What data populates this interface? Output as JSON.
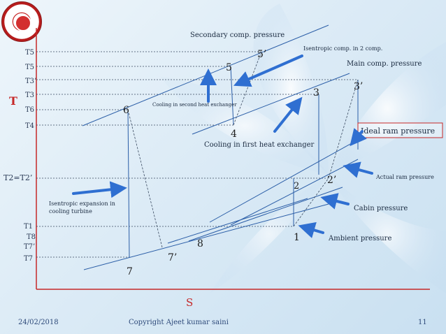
{
  "footer": {
    "date": "24/02/2018",
    "copyright": "Copyright Ajeet kumar saini",
    "page_number": "11"
  },
  "axes": {
    "y_label": "T",
    "x_label": "S"
  },
  "temperature_ticks": [
    "T5",
    "T5",
    "T3’",
    "T3",
    "T6",
    "T4",
    "T2=T2’",
    "T1",
    "T8",
    "T7’",
    "T7"
  ],
  "points": {
    "p1": "1",
    "p2": "2",
    "p2p": "2’",
    "p3": "3",
    "p3p": "3’",
    "p4": "4",
    "p5": "5",
    "p5p": "5’",
    "p6": "6",
    "p7": "7",
    "p7p": "7’",
    "p8": "8"
  },
  "annotations": {
    "secondary_comp": "Secondary comp. pressure",
    "isentropic_comp": "Isentropic comp. in 2 comp.",
    "main_comp": "Main comp. pressure",
    "cooling_second": "Cooling in second heat exchanger",
    "cooling_first": "Cooling in first heat exchanger",
    "ideal_ram": "Ideal ram pressure",
    "actual_ram": "Actual ram pressure",
    "cabin": "Cabin pressure",
    "ambient": "Ambient pressure",
    "isentropic_exp_line1": "Isentropic expansion in",
    "isentropic_exp_line2": "cooling turbine"
  },
  "colors": {
    "axis_red": "#c62828",
    "curve_blue": "#2b5ea7",
    "arrow_blue": "#2f6fd1",
    "dashed_dark": "#3a4a60",
    "ideal_box_border": "#c62828"
  }
}
